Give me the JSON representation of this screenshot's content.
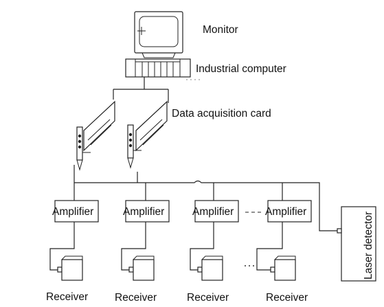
{
  "labels": {
    "monitor": "Monitor",
    "industrial_computer": "Industrial computer",
    "data_acquisition_card": "Data acquisition card",
    "laser_detector": "Laser detector",
    "ellipsis": "···"
  },
  "amplifiers": [
    {
      "label": "Amplifier"
    },
    {
      "label": "Amplifier"
    },
    {
      "label": "Amplifier"
    },
    {
      "label": "Amplifier"
    }
  ],
  "receivers": [
    {
      "label": "Receiver"
    },
    {
      "label": "Receiver"
    },
    {
      "label": "Receiver"
    },
    {
      "label": "Receiver"
    }
  ]
}
